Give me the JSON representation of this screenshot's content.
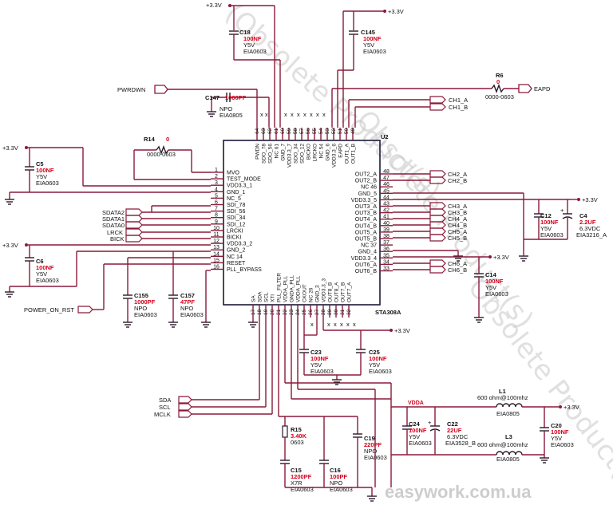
{
  "ic": {
    "ref": "U2",
    "part": "STA308A",
    "left_pins": [
      {
        "num": "1",
        "name": "MVO"
      },
      {
        "num": "2",
        "name": "TEST_MODE"
      },
      {
        "num": "3",
        "name": "VDD3.3_1"
      },
      {
        "num": "4",
        "name": "GND_1"
      },
      {
        "num": "5",
        "name": "NC_5"
      },
      {
        "num": "6",
        "name": "SDI_78"
      },
      {
        "num": "7",
        "name": "SDI_56"
      },
      {
        "num": "8",
        "name": "SDI_34"
      },
      {
        "num": "9",
        "name": "SDI_12"
      },
      {
        "num": "10",
        "name": "LRCKI"
      },
      {
        "num": "11",
        "name": "BICKI"
      },
      {
        "num": "12",
        "name": "VDD3.3_2"
      },
      {
        "num": "13",
        "name": "GND_2"
      },
      {
        "num": "14",
        "name": "NC 14"
      },
      {
        "num": "15",
        "name": "RESET"
      },
      {
        "num": "16",
        "name": "PLL_BYPASS"
      }
    ],
    "right_pins": [
      {
        "num": "48",
        "name": "OUT2_A"
      },
      {
        "num": "47",
        "name": "OUT2_B"
      },
      {
        "num": "46",
        "name": "NC 46"
      },
      {
        "num": "45",
        "name": "GND_5"
      },
      {
        "num": "44",
        "name": "VDD3.3_5"
      },
      {
        "num": "43",
        "name": "OUT3_A"
      },
      {
        "num": "42",
        "name": "OUT3_B"
      },
      {
        "num": "41",
        "name": "OUT4_A"
      },
      {
        "num": "40",
        "name": "OUT4_B"
      },
      {
        "num": "39",
        "name": "OUT5_A"
      },
      {
        "num": "38",
        "name": "OUT5_B"
      },
      {
        "num": "37",
        "name": "NC 37"
      },
      {
        "num": "36",
        "name": "GND_4"
      },
      {
        "num": "35",
        "name": "VDD3.3_4"
      },
      {
        "num": "34",
        "name": "OUT6_A"
      },
      {
        "num": "33",
        "name": "OUT6_B"
      }
    ],
    "top_pins": [
      {
        "num": "64",
        "name": "PWDN"
      },
      {
        "num": "63",
        "name": "SDO_78"
      },
      {
        "num": "62",
        "name": "SDO_56"
      },
      {
        "num": "61",
        "name": "NC 61"
      },
      {
        "num": "60",
        "name": "GND_7"
      },
      {
        "num": "59",
        "name": "VDD3.3_7"
      },
      {
        "num": "58",
        "name": "SDO_34"
      },
      {
        "num": "57",
        "name": "SDO_12"
      },
      {
        "num": "56",
        "name": "BICKO"
      },
      {
        "num": "55",
        "name": "LRCKO"
      },
      {
        "num": "54",
        "name": "NC 54"
      },
      {
        "num": "53",
        "name": "GND_6"
      },
      {
        "num": "52",
        "name": "VDD3.3_6"
      },
      {
        "num": "51",
        "name": "EAPD"
      },
      {
        "num": "50",
        "name": "OUT1_A"
      },
      {
        "num": "49",
        "name": "OUT1_B"
      }
    ],
    "bottom_pins": [
      {
        "num": "17",
        "name": "SA"
      },
      {
        "num": "18",
        "name": "SDA"
      },
      {
        "num": "19",
        "name": "SCL"
      },
      {
        "num": "20",
        "name": "XTI"
      },
      {
        "num": "21",
        "name": "PLL_FILTER"
      },
      {
        "num": "22",
        "name": "VDDA_PLL"
      },
      {
        "num": "23",
        "name": "GNDA_PLL"
      },
      {
        "num": "24",
        "name": "VDDA_PLL"
      },
      {
        "num": "25",
        "name": "CKOUT"
      },
      {
        "num": "26",
        "name": "NC 26"
      },
      {
        "num": "27",
        "name": "GND_3"
      },
      {
        "num": "28",
        "name": "VDD3.3_3"
      },
      {
        "num": "29",
        "name": "OUT8_B"
      },
      {
        "num": "30",
        "name": "OUT8_A"
      },
      {
        "num": "31",
        "name": "OUT7_B"
      },
      {
        "num": "32",
        "name": "OUT7_A"
      }
    ]
  },
  "nets": {
    "pwrdwn": "PWRDWN",
    "eapd": "EAPD",
    "power_on_rst": "POWER_ON_RST",
    "sdata2": "SDATA2",
    "sdata1": "SDATA1",
    "sdata0": "SDATA0",
    "lrck": "LRCK",
    "bick": "BICK",
    "sda": "SDA",
    "scl": "SCL",
    "mclk": "MCLK",
    "vdda": "VDDA",
    "ch1_a": "CH1_A",
    "ch1_b": "CH1_B",
    "ch2_a": "CH2_A",
    "ch2_b": "CH2_B",
    "ch3_a": "CH3_A",
    "ch3_b": "CH3_B",
    "ch4_a": "CH4_A",
    "ch4_b": "CH4_B",
    "ch5_a": "CH5_A",
    "ch5_b": "CH5_B",
    "ch6_a": "CH6_A",
    "ch6_b": "CH6_B",
    "v33": "+3.3V"
  },
  "components": {
    "c18": {
      "ref": "C18",
      "value": "100NF",
      "l1": "Y5V",
      "l2": "EIA0603"
    },
    "c145": {
      "ref": "C145",
      "value": "100NF",
      "l1": "Y5V",
      "l2": "EIA0603"
    },
    "c147": {
      "ref": "C147",
      "value": "1000PF",
      "l1": "NPO",
      "l2": "EIA0805"
    },
    "r6": {
      "ref": "R6",
      "value": "0",
      "l1": "0000-0603"
    },
    "r14": {
      "ref": "R14",
      "value": "0",
      "l1": "0000-0603"
    },
    "c5": {
      "ref": "C5",
      "value": "100NF",
      "l1": "Y5V",
      "l2": "EIA0603"
    },
    "c6": {
      "ref": "C6",
      "value": "100NF",
      "l1": "Y5V",
      "l2": "EIA0603"
    },
    "c155": {
      "ref": "C155",
      "value": "1000PF",
      "l1": "NPO",
      "l2": "EIA0603"
    },
    "c157": {
      "ref": "C157",
      "value": "47PF",
      "l1": "NPO",
      "l2": "EIA0603"
    },
    "c12": {
      "ref": "C12",
      "value": "100NF",
      "l1": "Y5V",
      "l2": "EIA0603"
    },
    "c4": {
      "ref": "C4",
      "value": "2.2UF",
      "l1": "6.3VDC",
      "l2": "EIA3216_A"
    },
    "c14": {
      "ref": "C14",
      "value": "100NF",
      "l1": "Y5V",
      "l2": "EIA0603"
    },
    "c23": {
      "ref": "C23",
      "value": "100NF",
      "l1": "Y5V",
      "l2": "EIA0603"
    },
    "c25": {
      "ref": "C25",
      "value": "100NF",
      "l1": "Y5V",
      "l2": "EIA0603"
    },
    "r15": {
      "ref": "R15",
      "value": "3.40K",
      "l1": "0603"
    },
    "c19": {
      "ref": "C19",
      "value": "220PF",
      "l1": "NPO",
      "l2": "EIA0603"
    },
    "c15": {
      "ref": "C15",
      "value": "1200PF",
      "l1": "X7R",
      "l2": "EIA0603"
    },
    "c16": {
      "ref": "C16",
      "value": "100PF",
      "l1": "NPO",
      "l2": "EIA0603"
    },
    "c24": {
      "ref": "C24",
      "value": "100NF",
      "l1": "Y5V",
      "l2": "EIA0603"
    },
    "c22": {
      "ref": "C22",
      "value": "22UF",
      "l1": "6.3VDC",
      "l2": "EIA3528_B"
    },
    "c20": {
      "ref": "C20",
      "value": "100NF",
      "l1": "Y5V",
      "l2": "EIA0603"
    },
    "l1": {
      "ref": "L1",
      "value": "600 ohm@100mhz",
      "l1": "EIA0805"
    },
    "l3": {
      "ref": "L3",
      "value": "600 ohm@100mhz",
      "l1": "EIA0805"
    }
  },
  "watermark": {
    "text1": "(Obsolete Product(s)",
    "text2": "Obsolete Product(s)",
    "text3": "Obsolete Product(s)",
    "site": "easywork.com.ua"
  }
}
